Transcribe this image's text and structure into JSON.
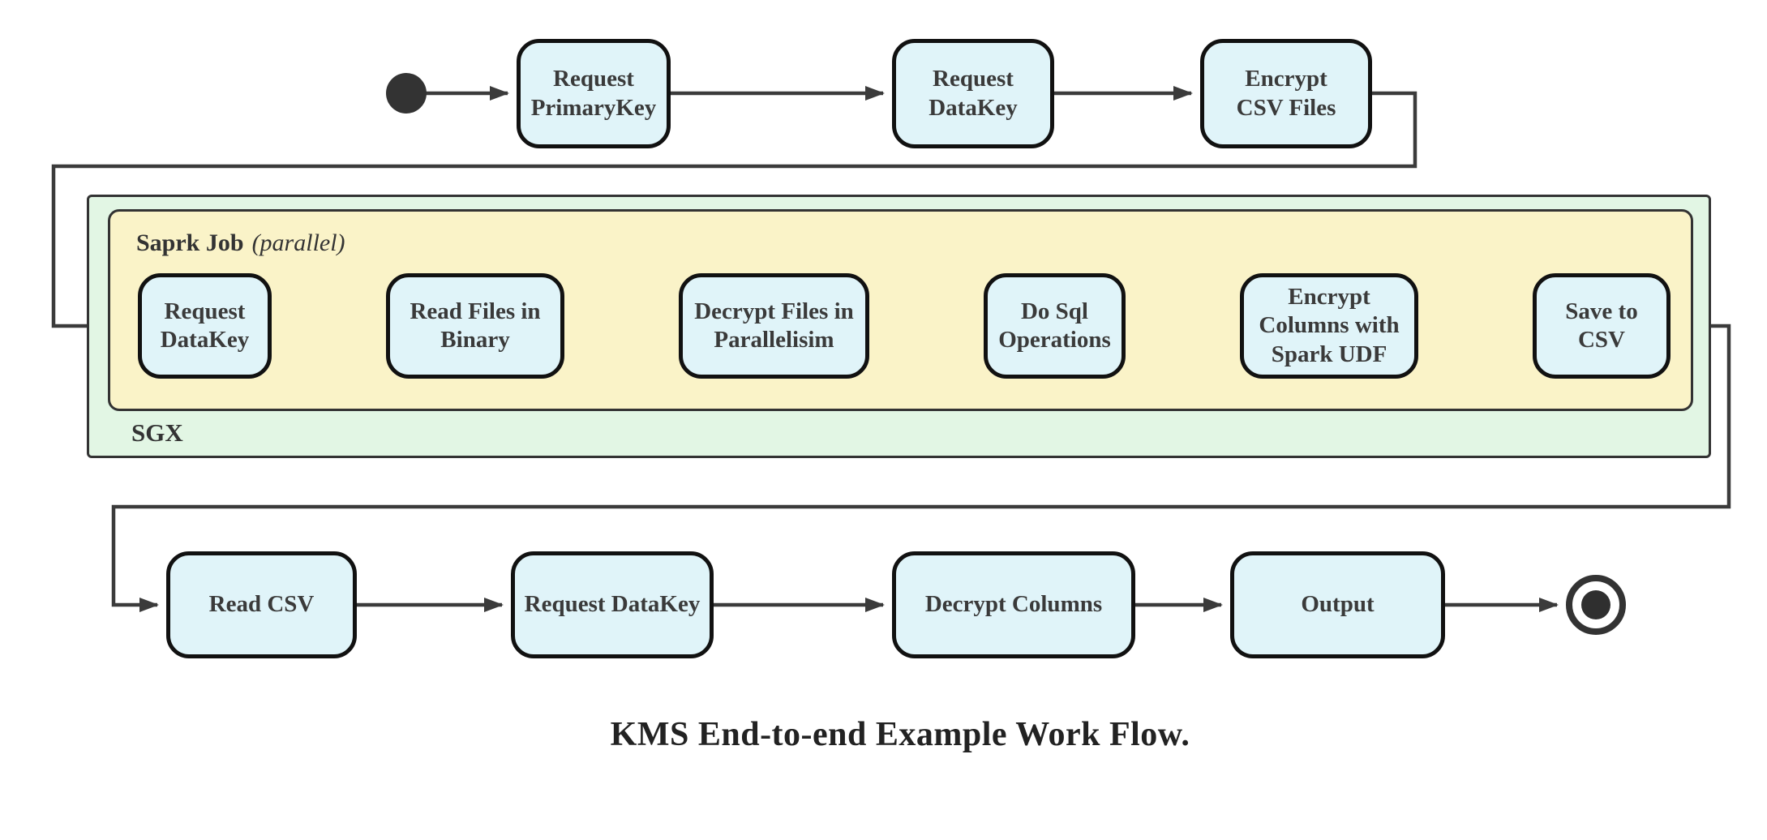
{
  "diagram": {
    "type": "flowchart",
    "caption": "KMS End-to-end Example Work Flow.",
    "colors": {
      "node_fill": "#e0f4f9",
      "node_border": "#111111",
      "connector": "#3b3b3b",
      "sgx_container_fill": "#e2f6e4",
      "spark_container_fill": "#faf3c8",
      "container_border": "#333333",
      "node_text": "#3a3a3a"
    },
    "start_node": "initial-state",
    "end_node": "final-state",
    "top_row": [
      {
        "label": "Request\nPrimaryKey"
      },
      {
        "label": "Request\nDataKey"
      },
      {
        "label": "Encrypt\nCSV Files"
      }
    ],
    "containers": {
      "sgx": {
        "label": "SGX"
      },
      "spark_job": {
        "label": "Saprk Job",
        "qualifier": "(parallel)"
      }
    },
    "middle_row": [
      {
        "label": "Request\nDataKey"
      },
      {
        "label": "Read Files in\nBinary"
      },
      {
        "label": "Decrypt Files in\nParallelisim"
      },
      {
        "label": "Do Sql\nOperations"
      },
      {
        "label": "Encrypt\nColumns with\nSpark UDF"
      },
      {
        "label": "Save to CSV"
      }
    ],
    "bottom_row": [
      {
        "label": "Read CSV"
      },
      {
        "label": "Request DataKey"
      },
      {
        "label": "Decrypt Columns"
      },
      {
        "label": "Output"
      }
    ]
  }
}
